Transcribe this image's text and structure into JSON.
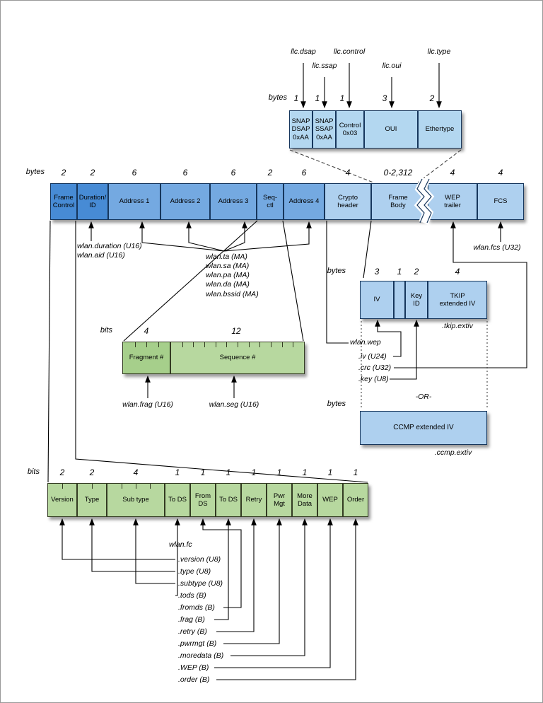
{
  "llc": {
    "unit": "bytes",
    "labels": [
      "llc.dsap",
      "llc.ssap",
      "llc.control",
      "llc.oui",
      "llc.type"
    ],
    "sizes": [
      "1",
      "1",
      "1",
      "3",
      "2"
    ],
    "cells": [
      "SNAP\nDSAP\n0xAA",
      "SNAP\nSSAP\n0xAA",
      "Control\n0x03",
      "OUI",
      "Ethertype"
    ]
  },
  "frame": {
    "unit": "bytes",
    "sizes": [
      "2",
      "2",
      "6",
      "6",
      "6",
      "2",
      "6",
      "4",
      "0-2,312",
      "4",
      "4"
    ],
    "cells": [
      "Frame\nControl",
      "Duration/\nID",
      "Address 1",
      "Address 2",
      "Address 3",
      "Seq-\nctl",
      "Address 4",
      "Crypto\nheader",
      "Frame\nBody",
      "WEP\ntrailer",
      "FCS"
    ],
    "duration_annotation": "wlan.duration (U16)\nwlan.aid (U16)",
    "address_annotation": "wlan.ta (MA)\nwlan.sa (MA)\nwlan.pa (MA)\nwlan.da (MA)\nwlan.bssid (MA)",
    "fcs_annotation": "wlan.fcs (U32)"
  },
  "tkip": {
    "unit": "bytes",
    "sizes": [
      "3",
      "1",
      "2",
      "4"
    ],
    "cells": [
      "IV",
      "",
      "Key\nID",
      "TKIP\nextended IV"
    ],
    "caption": ".tkip.extiv",
    "wep_label": "wlan.wep",
    "wep_fields": [
      ".iv (U24)",
      ".crc (U32)",
      ".key (U8)"
    ],
    "or_label": "-OR-"
  },
  "ccmp": {
    "unit": "bytes",
    "cell": "CCMP extended IV",
    "caption": ".ccmp.extiv"
  },
  "seq": {
    "unit": "bits",
    "sizes": [
      "4",
      "12"
    ],
    "cells": [
      "Fragment #",
      "Sequence #"
    ],
    "annotations": [
      "wlan.frag (U16)",
      "wlan.seg (U16)"
    ]
  },
  "fc": {
    "unit": "bits",
    "sizes": [
      "2",
      "2",
      "4",
      "1",
      "1",
      "1",
      "1",
      "1",
      "1",
      "1",
      "1"
    ],
    "cells": [
      "Version",
      "Type",
      "Sub type",
      "To DS",
      "From\nDS",
      "To DS",
      "Retry",
      "Pwr\nMgt",
      "More\nData",
      "WEP",
      "Order"
    ],
    "group_label": "wlan.fc",
    "fields": [
      ".version (U8)",
      ".type (U8)",
      ".subtype (U8)",
      ".tods (B)",
      ".fromds (B)",
      ".frag (B)",
      ".retry (B)",
      ".pwrmgt (B)",
      ".moredata (B)",
      ".WEP (B)",
      ".order (B)"
    ]
  }
}
